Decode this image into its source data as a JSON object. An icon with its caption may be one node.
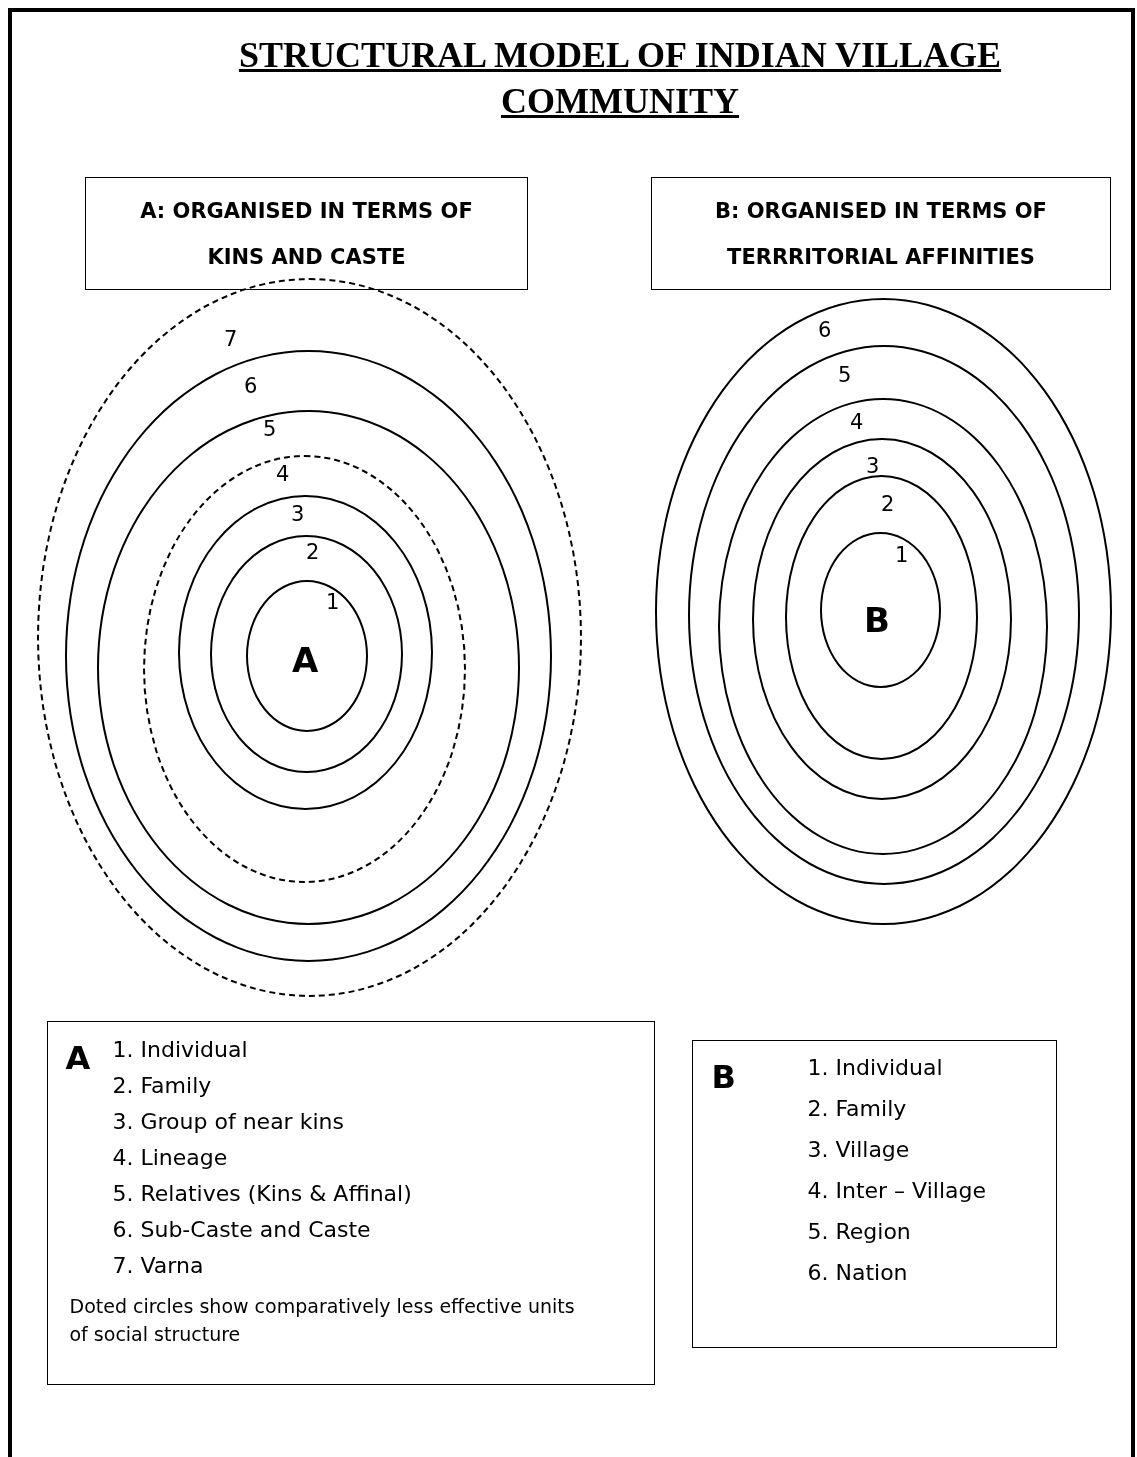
{
  "diagram": {
    "title": "STRUCTURAL MODEL OF INDIAN VILLAGE COMMUNITY",
    "nodes": [
      {
        "text": [
          "A: ORGANISED IN TERMS OF KINS AND CASTE"
        ]
      },
      {
        "text": [
          "B: ORGANISED IN TERMS OF TERRRITORIAL AFFINITIES"
        ]
      },
      {
        "text": [
          "7"
        ]
      },
      {
        "text": [
          "6"
        ],
        "in": 2
      },
      {
        "text": [
          "5"
        ],
        "in": 3
      },
      {
        "text": [
          "4"
        ],
        "in": 4
      },
      {
        "text": [
          "3"
        ],
        "in": 5
      },
      {
        "text": [
          "2"
        ],
        "in": 6
      },
      {
        "text": [
          "1",
          "A"
        ],
        "in": 7
      },
      {
        "text": [
          "6"
        ]
      },
      {
        "text": [
          "5"
        ],
        "in": 9
      },
      {
        "text": [
          "4"
        ],
        "in": 10
      },
      {
        "text": [
          "3"
        ],
        "in": 11
      },
      {
        "text": [
          "2"
        ],
        "in": 12
      },
      {
        "text": [
          "1",
          "B"
        ],
        "in": 13
      },
      {
        "text": [
          "A",
          "1. Individual",
          "2. Family",
          "3. Group of near kins",
          "4. Lineage",
          "5. Relatives (Kins & Affinal)",
          "6. Sub-Caste and Caste",
          "7. Varna",
          "Doted circles show comparatively less effective units of social structure"
        ]
      },
      {
        "text": [
          "B",
          "1. Individual",
          "2. Family",
          "3. Village",
          "4. Inter – Village",
          "5. Region",
          "6. Nation"
        ]
      }
    ],
    "edges": []
  }
}
